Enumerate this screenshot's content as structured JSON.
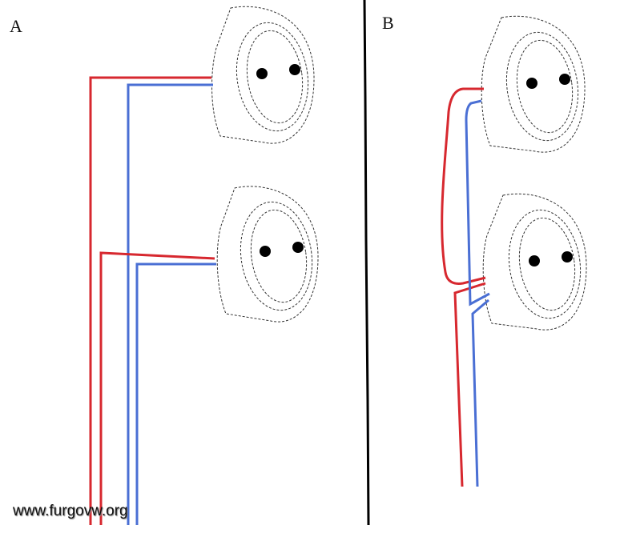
{
  "panels": {
    "a_label": "A",
    "b_label": "B"
  },
  "watermark": "www.furgovw.org",
  "colors": {
    "live_wire": "#d7282f",
    "neutral_wire": "#4a6fd4",
    "divider": "#000000",
    "socket_outline": "#333333",
    "pin": "#000000"
  },
  "icons": [
    "socket-icon"
  ]
}
